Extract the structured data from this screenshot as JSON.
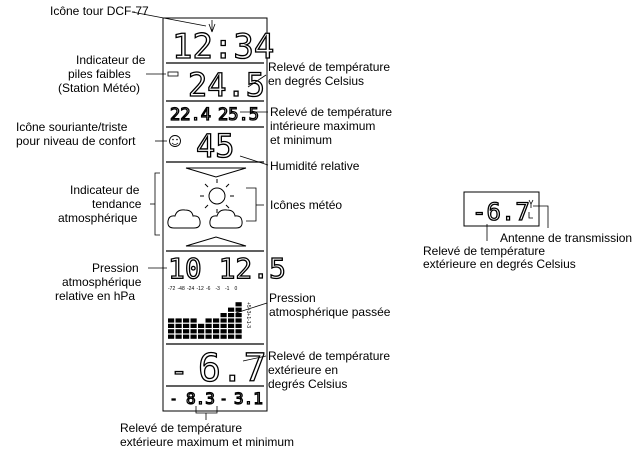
{
  "display": {
    "time": "12:34",
    "indoor_temp": "24.5",
    "indoor_max": "22.4",
    "indoor_min": "25.5",
    "humidity": "45",
    "pressure": "10 12.5",
    "pressure_axis": [
      "-72",
      "-48",
      "-24",
      "-12",
      "-6",
      "-3",
      "-1",
      "0"
    ],
    "pressure_side_label": "+5+3+1-1-3",
    "outdoor_sign": "-",
    "outdoor_temp": "6.7",
    "outdoor_min_sign": "-",
    "outdoor_min": "8.3",
    "outdoor_max_sign": "-",
    "outdoor_max": "3.1"
  },
  "labels": {
    "dcf77": "Icône tour DCF-77",
    "battery_1": "Indicateur de",
    "battery_2": "piles faibles",
    "battery_3": "(Station Météo)",
    "temp_c_1": "Relevé de température",
    "temp_c_2": "en degrés Celsius",
    "indoor_mm_1": "Relevé de température",
    "indoor_mm_2": "intérieure maximum",
    "indoor_mm_3": "et minimum",
    "comfort_1": "Icône souriante/triste",
    "comfort_2": "pour niveau de confort",
    "humidity": "Humidité relative",
    "trend_1": "Indicateur de",
    "trend_2": "tendance",
    "trend_3": "atmosphérique",
    "weather_icons": "Icônes météo",
    "pressure_1": "Pression",
    "pressure_2": "atmosphérique",
    "pressure_3": "relative en hPa",
    "past_pressure_1": "Pression",
    "past_pressure_2": "atmosphérique passée",
    "outdoor_1": "Relevé de température",
    "outdoor_2": "extérieure en",
    "outdoor_3": "degrés Celsius",
    "outdoor_mm_1": "Relevé de température",
    "outdoor_mm_2": "extérieure maximum et minimum",
    "sensor_display": "-6.7",
    "antenna": "Antenne de transmission",
    "sensor_temp_1": "Relevé de température",
    "sensor_temp_2": "extérieure en degrés Celsius"
  },
  "pressure_history_bars": [
    4,
    4,
    4,
    4,
    3,
    4,
    4,
    5,
    6,
    7
  ]
}
